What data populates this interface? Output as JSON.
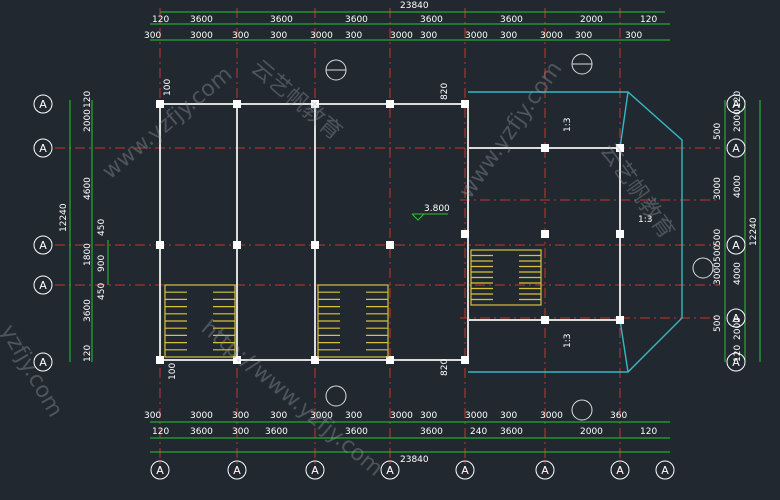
{
  "drawing": {
    "total_width": "23840",
    "total_height": "12240",
    "elevation": "3.800",
    "slope": "1:3",
    "axis_letter": "A"
  },
  "dims": {
    "top_row1": [
      "120",
      "3600",
      "3600",
      "3600",
      "3600",
      "3600",
      "2000",
      "120"
    ],
    "top_row2": [
      "300",
      "3000",
      "300",
      "300",
      "3000",
      "300",
      "3000",
      "300",
      "3000",
      "300",
      "3000",
      "300",
      "300"
    ],
    "bottom_row1": [
      "300",
      "3000",
      "300",
      "300",
      "3000",
      "300",
      "3000",
      "300",
      "3000",
      "300",
      "3000",
      "360"
    ],
    "bottom_row2": [
      "120",
      "3600",
      "300",
      "3600",
      "3600",
      "3600",
      "240",
      "3600",
      "2000",
      "120"
    ],
    "left_outer": [
      "120",
      "2000",
      "4600",
      "450",
      "1800",
      "900",
      "450",
      "3600",
      "120"
    ],
    "right_outer": [
      "120",
      "2000",
      "4000",
      "4000",
      "2000",
      "120"
    ],
    "right_inner": [
      "500",
      "3000",
      "500",
      "500",
      "3000",
      "500"
    ],
    "small": [
      "100",
      "100",
      "820",
      "820"
    ]
  },
  "watermarks": [
    "www.yzfjy.com",
    "云艺帆教育",
    "http://www.yzfjy.com",
    "yzfjy.com",
    "www.yzfjy.com",
    "云艺帆教育"
  ],
  "colors": {
    "background": "#212830",
    "dimension": "#29c52f",
    "axis": "#c8352f",
    "wall": "#dcdcdc",
    "cyan": "#33b8c8",
    "stair": "#d8c23a",
    "text": "#ffffff"
  }
}
